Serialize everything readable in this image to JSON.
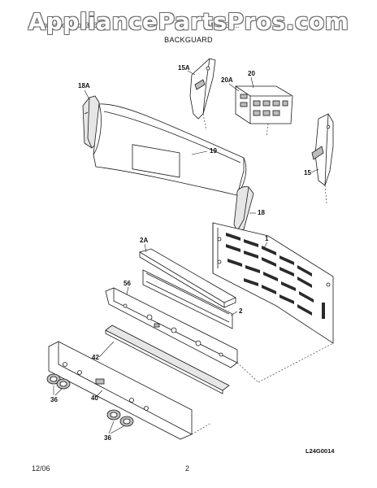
{
  "header": {
    "watermark": "AppliancePartsPros.com",
    "publication_text": "Publication No. 316...",
    "model_text": "MODEL...",
    "section_title": "BACKGUARD"
  },
  "callouts": {
    "c18A": "18A",
    "c15A": "15A",
    "c20": "20",
    "c20A": "20A",
    "c19": "19",
    "c15": "15",
    "c18": "18",
    "c1": "1",
    "c2A": "2A",
    "c56": "56",
    "c2": "2",
    "c42": "42",
    "c36a": "36",
    "c40": "40",
    "c36b": "36"
  },
  "diagram_code": "L24G0014",
  "footer": {
    "date": "12/06",
    "page": "2"
  }
}
